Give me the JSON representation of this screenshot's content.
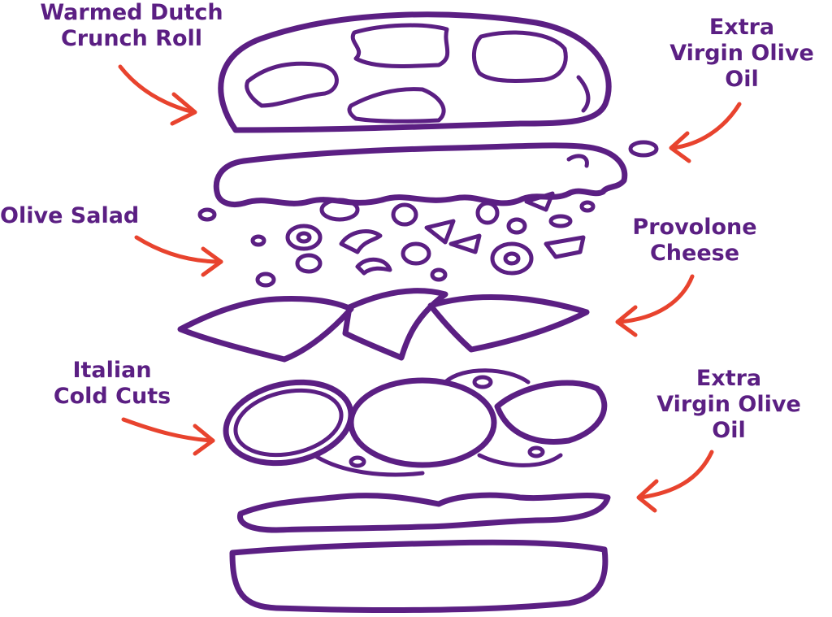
{
  "labels": {
    "roll": [
      "Warmed Dutch",
      "Crunch Roll"
    ],
    "oil_top": [
      "Extra",
      "Virgin Olive",
      "Oil"
    ],
    "olive_salad": [
      "Olive Salad"
    ],
    "provolone": [
      "Provolone",
      "Cheese"
    ],
    "cold_cuts": [
      "Italian",
      "Cold Cuts"
    ],
    "oil_bottom": [
      "Extra",
      "Virgin Olive",
      "Oil"
    ]
  },
  "colors": {
    "ink": "#5b1f83",
    "arrow": "#e8432e",
    "background": "#ffffff"
  }
}
